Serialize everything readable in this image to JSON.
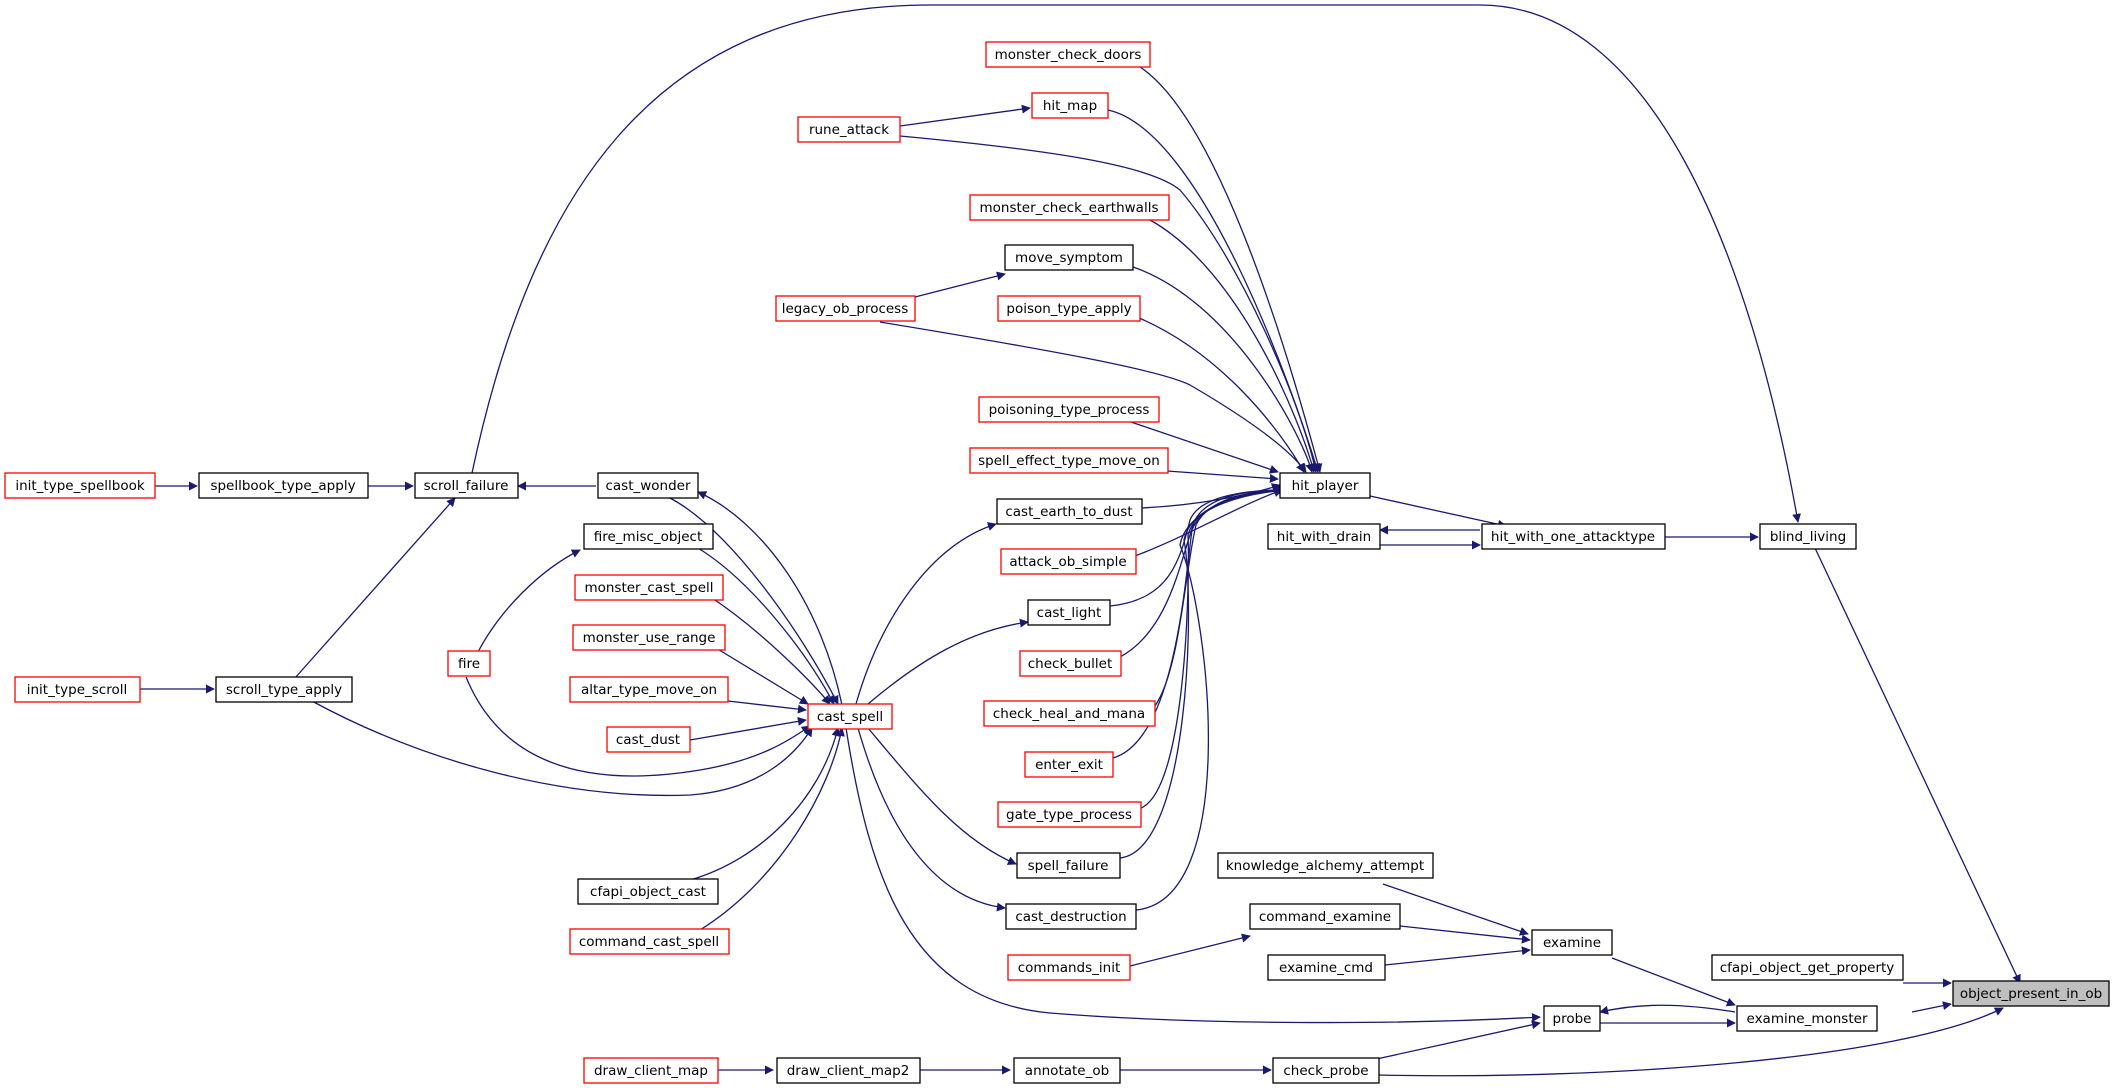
{
  "colors": {
    "edge": "#191970",
    "node_border_plain": "#000000",
    "node_border_truncated": "#ff0000",
    "focus_fill": "#bfbfbf",
    "node_fill": "#ffffff"
  },
  "nodes": {
    "monster_check_doors": "monster_check_doors",
    "hit_map": "hit_map",
    "rune_attack": "rune_attack",
    "monster_check_earthwalls": "monster_check_earthwalls",
    "move_symptom": "move_symptom",
    "legacy_ob_process": "legacy_ob_process",
    "poison_type_apply": "poison_type_apply",
    "poisoning_type_process": "poisoning_type_process",
    "spell_effect_type_move_on": "spell_effect_type_move_on",
    "hit_player": "hit_player",
    "init_type_spellbook": "init_type_spellbook",
    "spellbook_type_apply": "spellbook_type_apply",
    "scroll_failure": "scroll_failure",
    "cast_wonder": "cast_wonder",
    "cast_earth_to_dust": "cast_earth_to_dust",
    "fire_misc_object": "fire_misc_object",
    "hit_with_drain": "hit_with_drain",
    "hit_with_one_attacktype": "hit_with_one_attacktype",
    "blind_living": "blind_living",
    "attack_ob_simple": "attack_ob_simple",
    "monster_cast_spell": "monster_cast_spell",
    "cast_light": "cast_light",
    "monster_use_range": "monster_use_range",
    "check_bullet": "check_bullet",
    "fire": "fire",
    "init_type_scroll": "init_type_scroll",
    "scroll_type_apply": "scroll_type_apply",
    "altar_type_move_on": "altar_type_move_on",
    "check_heal_and_mana": "check_heal_and_mana",
    "cast_spell": "cast_spell",
    "cast_dust": "cast_dust",
    "enter_exit": "enter_exit",
    "gate_type_process": "gate_type_process",
    "spell_failure": "spell_failure",
    "knowledge_alchemy_attempt": "knowledge_alchemy_attempt",
    "cfapi_object_cast": "cfapi_object_cast",
    "cast_destruction": "cast_destruction",
    "command_examine": "command_examine",
    "examine": "examine",
    "command_cast_spell": "command_cast_spell",
    "commands_init": "commands_init",
    "examine_cmd": "examine_cmd",
    "cfapi_object_get_property": "cfapi_object_get_property",
    "object_present_in_ob": "object_present_in_ob",
    "probe": "probe",
    "examine_monster": "examine_monster",
    "draw_client_map": "draw_client_map",
    "draw_client_map2": "draw_client_map2",
    "annotate_ob": "annotate_ob",
    "check_probe": "check_probe"
  }
}
